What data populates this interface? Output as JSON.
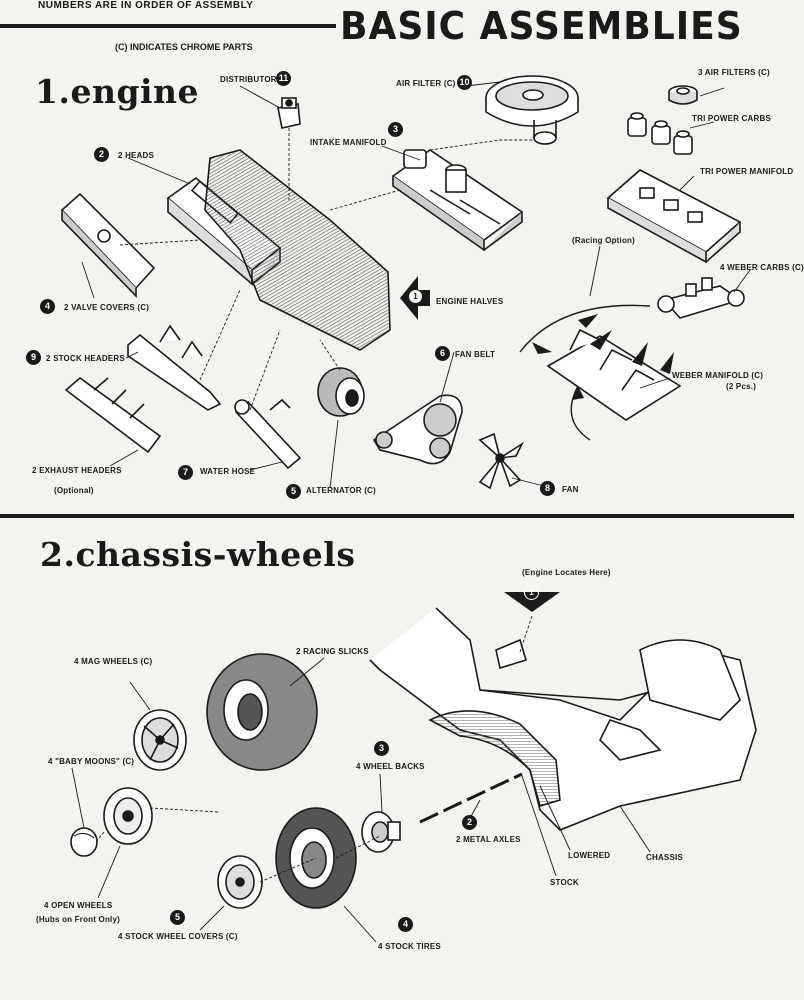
{
  "header": {
    "top_note": "NUMBERS ARE IN ORDER OF ASSEMBLY",
    "title": "BASIC ASSEMBLIES",
    "chrome_note": "(C) INDICATES CHROME PARTS"
  },
  "engine": {
    "title": "1.engine",
    "labels": {
      "distributor": "DISTRIBUTOR",
      "air_filter": "AIR FILTER (C)",
      "three_air_filters": "3 AIR FILTERS (C)",
      "tri_power_carbs": "TRI POWER CARBS",
      "tri_power_manifold": "TRI POWER MANIFOLD",
      "intake_manifold": "INTAKE MANIFOLD",
      "heads": "2 HEADS",
      "valve_covers": "2 VALVE COVERS (C)",
      "racing_option": "(Racing Option)",
      "weber_carbs": "4 WEBER CARBS (C)",
      "engine_halves": "ENGINE HALVES",
      "stock_headers": "2 STOCK HEADERS",
      "fan_belt": "FAN BELT",
      "weber_manifold": "WEBER MANIFOLD (C)",
      "weber_manifold_pcs": "(2 Pcs.)",
      "exhaust_headers": "2 EXHAUST HEADERS",
      "optional": "(Optional)",
      "water_hose": "WATER HOSE",
      "alternator": "ALTERNATOR (C)",
      "fan": "FAN"
    },
    "numbers": {
      "distributor": "11",
      "air_filter": "10",
      "intake_manifold": "3",
      "heads": "2",
      "valve_covers": "4",
      "engine_halves": "1",
      "stock_headers": "9",
      "fan_belt": "6",
      "water_hose": "7",
      "alternator": "5",
      "fan": "8"
    }
  },
  "chassis": {
    "title": "2.chassis-wheels",
    "labels": {
      "engine_locates": "(Engine Locates Here)",
      "mag_wheels": "4 MAG WHEELS (C)",
      "racing_slicks": "2 RACING SLICKS",
      "baby_moons": "4 \"BABY MOONS\" (C)",
      "wheel_backs": "4 WHEEL BACKS",
      "metal_axles": "2 METAL AXLES",
      "lowered": "LOWERED",
      "chassis": "CHASSIS",
      "stock": "STOCK",
      "open_wheels": "4 OPEN WHEELS",
      "hubs_front": "(Hubs on Front Only)",
      "stock_wheel_covers": "4 STOCK WHEEL COVERS (C)",
      "stock_tires": "4 STOCK TIRES"
    },
    "numbers": {
      "engine_locates": "1",
      "wheel_backs": "3",
      "metal_axles": "2",
      "stock_wheel_covers": "5",
      "stock_tires": "4"
    }
  }
}
